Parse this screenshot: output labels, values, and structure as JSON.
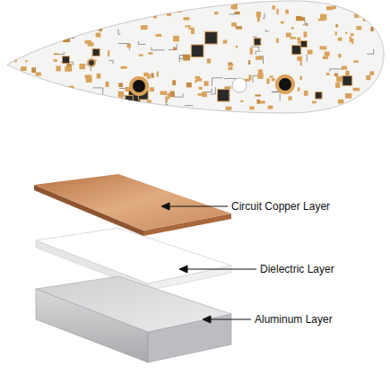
{
  "diagram": {
    "labels": [
      "Circuit Copper Layer",
      "Dielectric Layer",
      "Aluminum Layer"
    ]
  }
}
